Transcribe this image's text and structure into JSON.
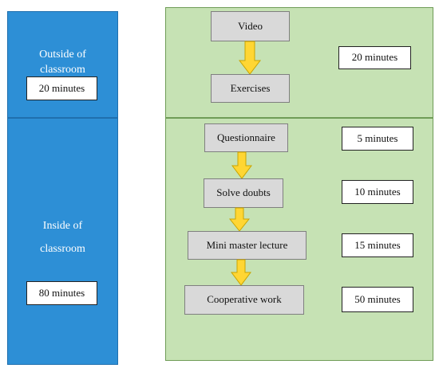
{
  "outside": {
    "label_line1": "Outside of",
    "label_line2": "classroom",
    "time": "20 minutes",
    "steps": [
      "Video",
      "Exercises"
    ],
    "step_time": "20 minutes"
  },
  "inside": {
    "label_line1": "Inside of",
    "label_line2": "classroom",
    "time": "80 minutes",
    "steps": [
      {
        "label": "Questionnaire",
        "time": "5 minutes"
      },
      {
        "label": "Solve doubts",
        "time": "10 minutes"
      },
      {
        "label": "Mini master lecture",
        "time": "15 minutes"
      },
      {
        "label": "Cooperative work",
        "time": "50 minutes"
      }
    ]
  },
  "colors": {
    "blue_panel": "#2d8fd6",
    "green_panel": "#c6e2b4",
    "step_box": "#d9d9d9",
    "arrow_fill": "#ffd633",
    "arrow_stroke": "#c9a400"
  }
}
